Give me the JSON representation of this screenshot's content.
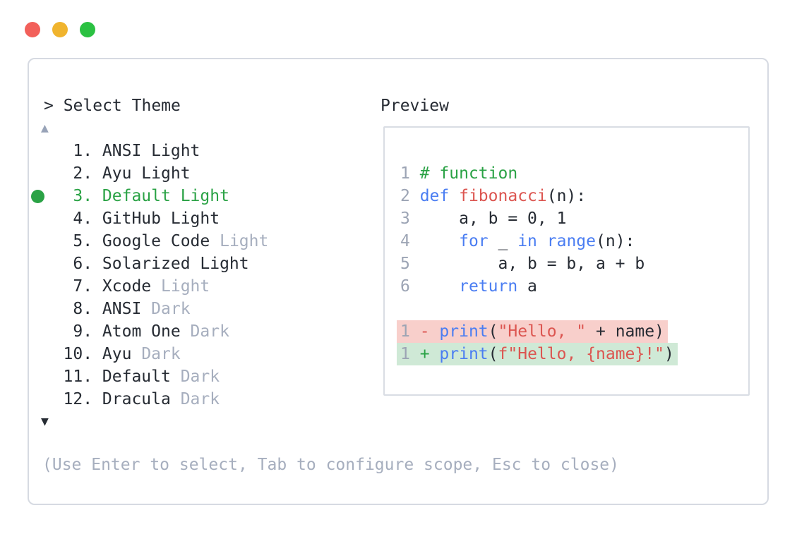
{
  "colors": {
    "text_primary": "#262b33",
    "text_muted": "#a6aebe",
    "accent_green": "#2aa245",
    "accent_blue": "#4a7df2",
    "accent_red": "#dc5550",
    "line_number": "#9ca4b4",
    "diff_del_bg": "#f8cfcb",
    "diff_add_bg": "#cfe9d6",
    "border": "#d6dae2",
    "border_light": "#d9dde4",
    "traffic_red": "#f2605a",
    "traffic_yellow": "#f0b42e",
    "traffic_green": "#2bc142",
    "scroll_up": "#98a3b8"
  },
  "window_controls": {
    "close": "close",
    "minimize": "minimize",
    "zoom": "zoom"
  },
  "theme_picker": {
    "prompt": "> Select Theme",
    "scroll_up_icon": "▲",
    "scroll_down_icon": "▼",
    "items": [
      {
        "num": "1",
        "label": "ANSI Light",
        "muted": "",
        "selected": false
      },
      {
        "num": "2",
        "label": "Ayu Light",
        "muted": "",
        "selected": false
      },
      {
        "num": "3",
        "label": "Default Light",
        "muted": "",
        "selected": true
      },
      {
        "num": "4",
        "label": "GitHub Light",
        "muted": "",
        "selected": false
      },
      {
        "num": "5",
        "label": "Google Code",
        "muted": "Light",
        "selected": false
      },
      {
        "num": "6",
        "label": "Solarized Light",
        "muted": "",
        "selected": false
      },
      {
        "num": "7",
        "label": "Xcode",
        "muted": "Light",
        "selected": false
      },
      {
        "num": "8",
        "label": "ANSI",
        "muted": "Dark",
        "selected": false
      },
      {
        "num": "9",
        "label": "Atom One",
        "muted": "Dark",
        "selected": false
      },
      {
        "num": "10",
        "label": "Ayu",
        "muted": "Dark",
        "selected": false
      },
      {
        "num": "11",
        "label": "Default",
        "muted": "Dark",
        "selected": false
      },
      {
        "num": "12",
        "label": "Dracula",
        "muted": "Dark",
        "selected": false
      }
    ],
    "hint": "(Use Enter to select, Tab to configure scope, Esc to close)"
  },
  "preview": {
    "title": "Preview",
    "code_lines": [
      {
        "num": "1",
        "diff": "",
        "tokens": [
          {
            "t": "# function",
            "c": "green"
          }
        ]
      },
      {
        "num": "2",
        "diff": "",
        "tokens": [
          {
            "t": "def",
            "c": "blue"
          },
          {
            "t": " ",
            "c": "plain"
          },
          {
            "t": "fibonacci",
            "c": "red"
          },
          {
            "t": "(n):",
            "c": "plain"
          }
        ]
      },
      {
        "num": "3",
        "diff": "",
        "tokens": [
          {
            "t": "    a, b = 0, 1",
            "c": "plain"
          }
        ]
      },
      {
        "num": "4",
        "diff": "",
        "tokens": [
          {
            "t": "    ",
            "c": "plain"
          },
          {
            "t": "for",
            "c": "blue"
          },
          {
            "t": " _ ",
            "c": "plain"
          },
          {
            "t": "in",
            "c": "blue"
          },
          {
            "t": " ",
            "c": "plain"
          },
          {
            "t": "range",
            "c": "blue"
          },
          {
            "t": "(n):",
            "c": "plain"
          }
        ]
      },
      {
        "num": "5",
        "diff": "",
        "tokens": [
          {
            "t": "        a, b = b, a + b",
            "c": "plain"
          }
        ]
      },
      {
        "num": "6",
        "diff": "",
        "tokens": [
          {
            "t": "    ",
            "c": "plain"
          },
          {
            "t": "return",
            "c": "blue"
          },
          {
            "t": " a",
            "c": "plain"
          }
        ]
      },
      {
        "num": "",
        "diff": "",
        "tokens": []
      },
      {
        "num": "1",
        "diff": "del",
        "tokens": [
          {
            "t": "-",
            "c": "red"
          },
          {
            "t": " ",
            "c": "plain"
          },
          {
            "t": "print",
            "c": "blue"
          },
          {
            "t": "(",
            "c": "plain"
          },
          {
            "t": "\"Hello, \"",
            "c": "red"
          },
          {
            "t": " + name)",
            "c": "plain"
          }
        ]
      },
      {
        "num": "1",
        "diff": "add",
        "tokens": [
          {
            "t": "+",
            "c": "green"
          },
          {
            "t": " ",
            "c": "plain"
          },
          {
            "t": "print",
            "c": "blue"
          },
          {
            "t": "(",
            "c": "plain"
          },
          {
            "t": "f\"Hello, {name}!\"",
            "c": "red"
          },
          {
            "t": ")",
            "c": "plain"
          }
        ]
      }
    ]
  }
}
